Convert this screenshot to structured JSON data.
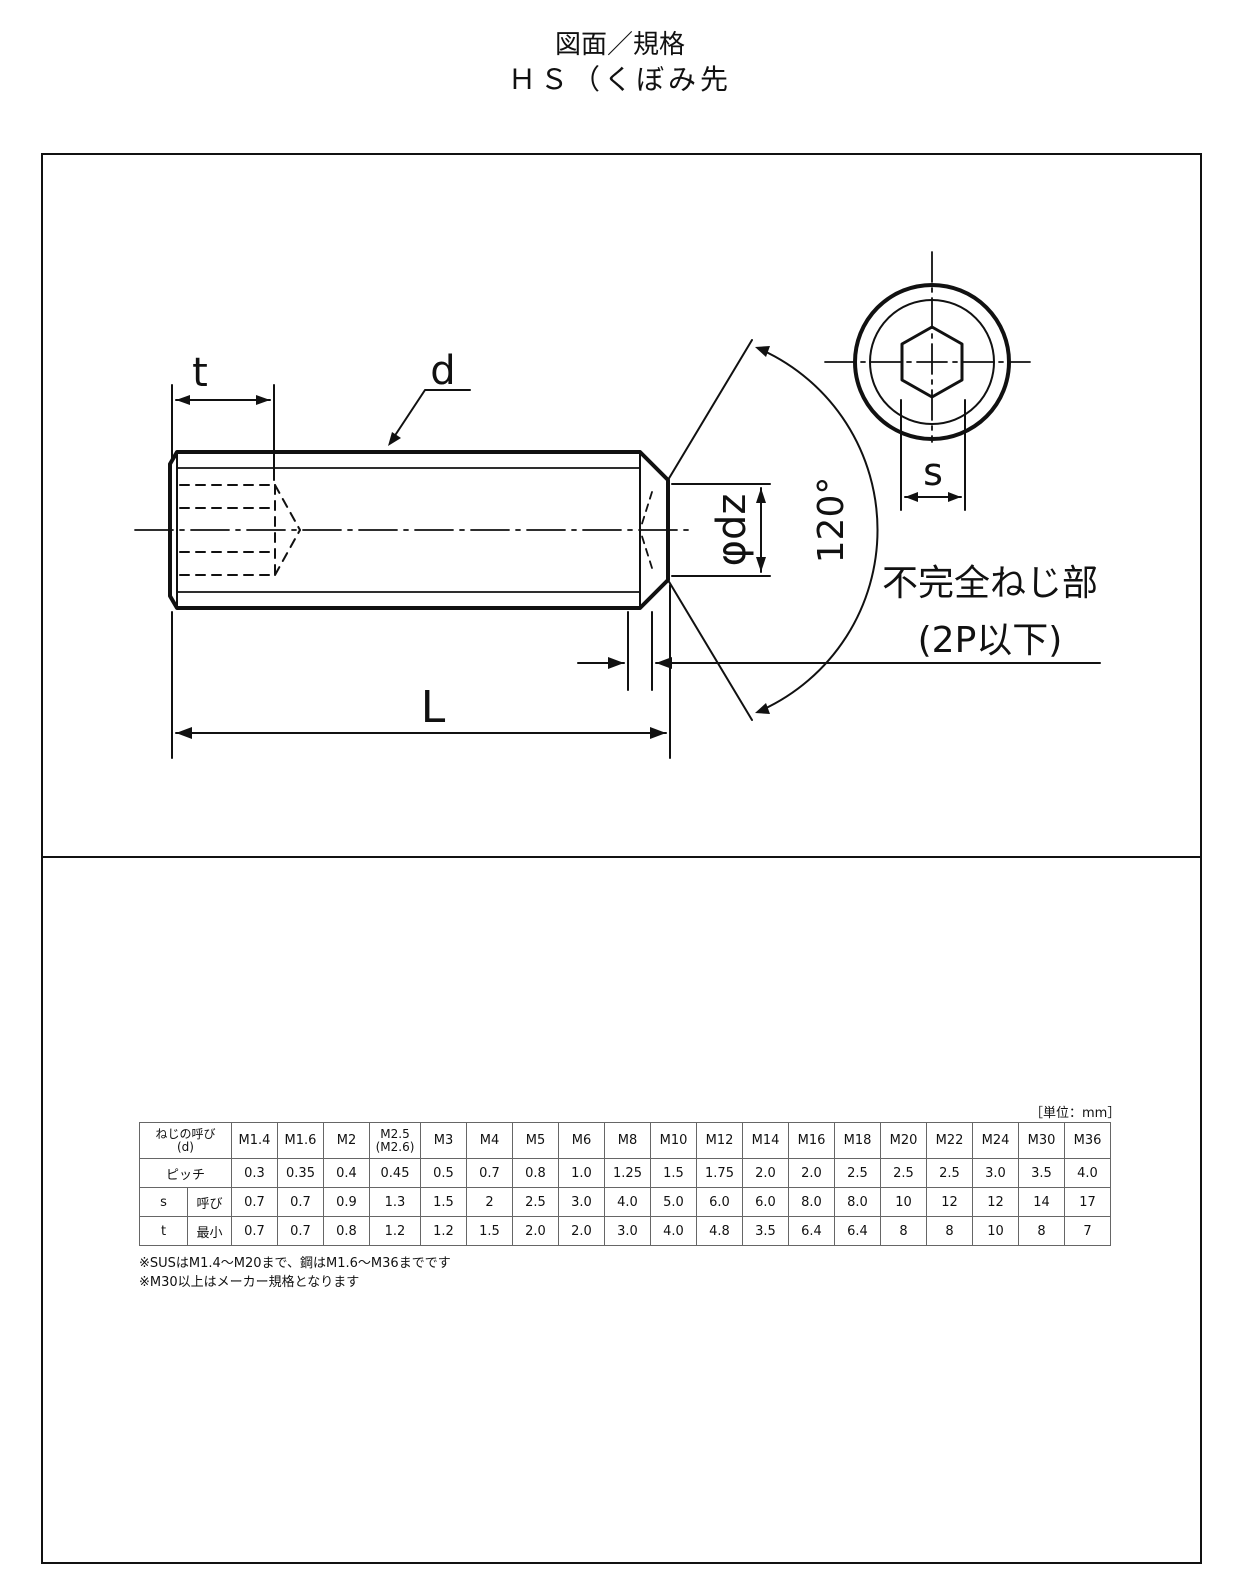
{
  "header": {
    "title": "図面／規格",
    "subtitle": "ＨＳ（くぼみ先"
  },
  "drawing": {
    "label_t": "t",
    "label_d": "d",
    "label_dz": "φdz",
    "label_angle": "120°",
    "label_s": "s",
    "label_L": "L",
    "label_incomplete_1": "不完全ねじ部",
    "label_incomplete_2": "(2P以下)"
  },
  "table": {
    "unit": "［単位：mm］",
    "header_1": "ねじの呼び",
    "header_1b": "(d)",
    "sizes": [
      "M1.4",
      "M1.6",
      "M2",
      "M2.5",
      "M3",
      "M4",
      "M5",
      "M6",
      "M8",
      "M10",
      "M12",
      "M14",
      "M16",
      "M18",
      "M20",
      "M22",
      "M24",
      "M30",
      "M36"
    ],
    "size_alt": "(M2.6)",
    "pitch_label": "ピッチ",
    "pitch": [
      "0.3",
      "0.35",
      "0.4",
      "0.45",
      "0.5",
      "0.7",
      "0.8",
      "1.0",
      "1.25",
      "1.5",
      "1.75",
      "2.0",
      "2.0",
      "2.5",
      "2.5",
      "2.5",
      "3.0",
      "3.5",
      "4.0"
    ],
    "s_label": "s",
    "s_sub": "呼び",
    "s": [
      "0.7",
      "0.7",
      "0.9",
      "1.3",
      "1.5",
      "2",
      "2.5",
      "3.0",
      "4.0",
      "5.0",
      "6.0",
      "6.0",
      "8.0",
      "8.0",
      "10",
      "12",
      "12",
      "14",
      "17"
    ],
    "t_label": "t",
    "t_sub": "最小",
    "t": [
      "0.7",
      "0.7",
      "0.8",
      "1.2",
      "1.2",
      "1.5",
      "2.0",
      "2.0",
      "3.0",
      "4.0",
      "4.8",
      "3.5",
      "6.4",
      "6.4",
      "8",
      "8",
      "10",
      "8",
      "7"
    ]
  },
  "notes": [
    "※SUSはM1.4～M20まで、鋼はM1.6～M36までです",
    "※M30以上はメーカー規格となります"
  ]
}
